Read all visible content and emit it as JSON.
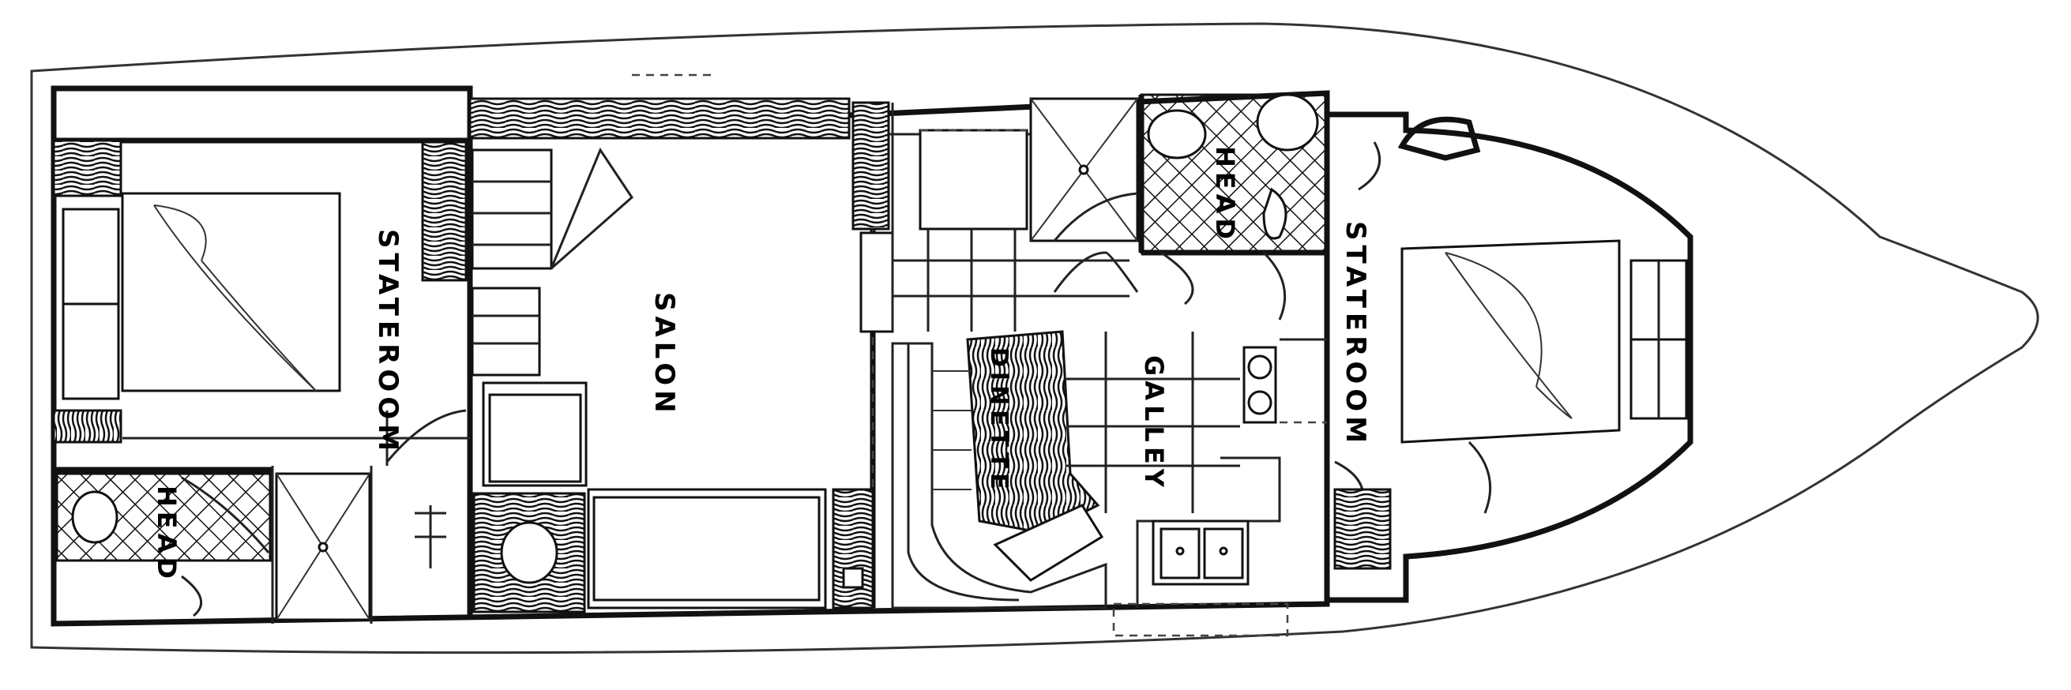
{
  "plan": {
    "labels": {
      "aft_stateroom": "STATEROOM",
      "aft_head": "HEAD",
      "salon": "SALON",
      "dinette": "DINETTE",
      "galley": "GALLEY",
      "fwd_head": "HEAD",
      "fwd_stateroom": "STATEROOM"
    },
    "colors": {
      "line": "#111111",
      "background": "#ffffff"
    }
  }
}
